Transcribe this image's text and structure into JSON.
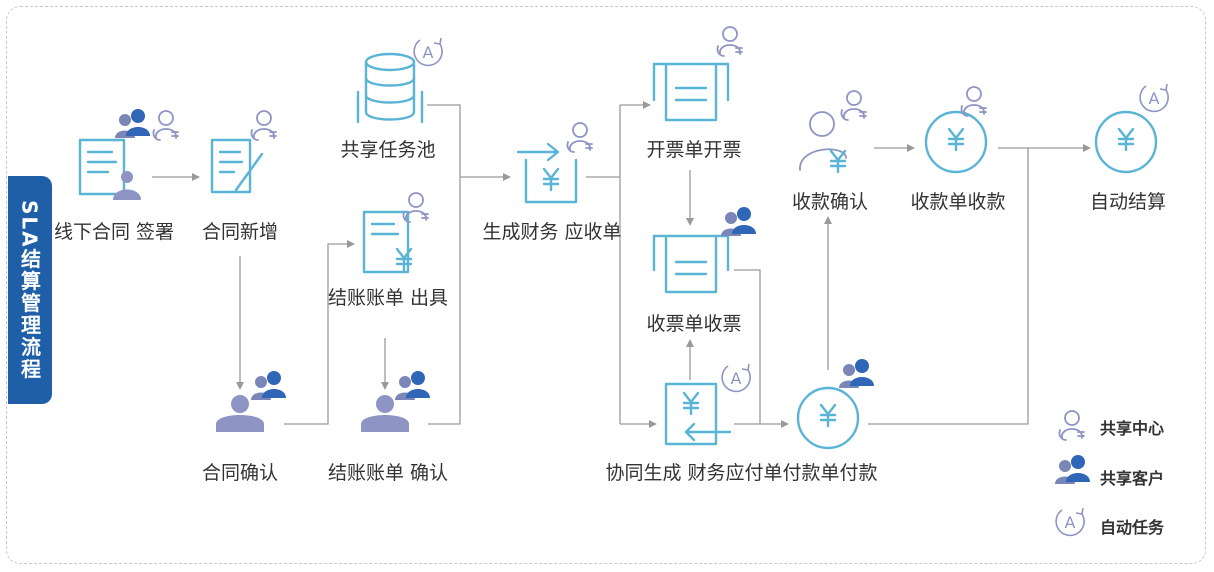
{
  "sidebar": {
    "title": "SLA结算管理流程"
  },
  "nodes": {
    "offline_contract": {
      "line1": "线下合同",
      "line2": "签署"
    },
    "contract_new": {
      "line1": "合同新增"
    },
    "contract_confirm": {
      "line1": "合同确认"
    },
    "task_pool": {
      "line1": "共享任务池"
    },
    "bill_issue": {
      "line1": "结账账单",
      "line2": "出具"
    },
    "bill_confirm": {
      "line1": "结账账单",
      "line2": "确认"
    },
    "gen_receivable": {
      "line1": "生成财务",
      "line2": "应收单"
    },
    "invoice_issue": {
      "line1": "开票单开票"
    },
    "invoice_receive": {
      "line1": "收票单收票"
    },
    "gen_payable": {
      "line1": "协同生成",
      "line2": "财务应付单"
    },
    "collection_confirm": {
      "line1": "收款确认"
    },
    "receipt_collect": {
      "line1": "收款单收款"
    },
    "payment_pay": {
      "line1": "付款单付款"
    },
    "auto_settle": {
      "line1": "自动结算"
    }
  },
  "legend": {
    "shared_center": "共享中心",
    "shared_customer": "共享客户",
    "auto_task": "自动任务"
  },
  "colors": {
    "icon": "#5ab4d6",
    "customer": "#2f66b8",
    "center": "#8e94c4",
    "sidebar": "#1e5fa8"
  },
  "auto_badge_letter": "A"
}
